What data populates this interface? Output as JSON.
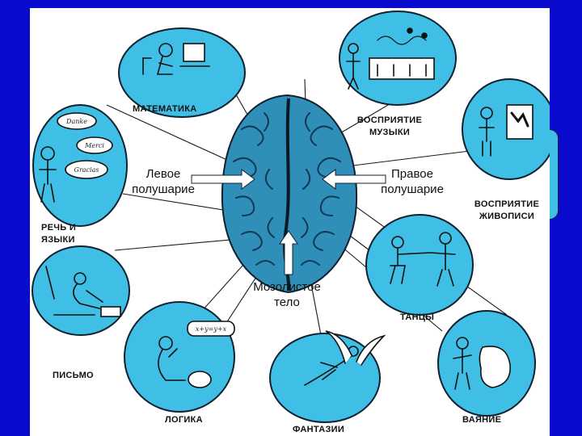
{
  "labels": {
    "math": "МАТЕМАТИКА",
    "music_line1": "ВОСПРИЯТИЕ",
    "music_line2": "МУЗЫКИ",
    "painting_line1": "ВОСПРИЯТИЕ",
    "painting_line2": "ЖИВОПИСИ",
    "speech_line1": "РЕЧЬ И",
    "speech_line2": "ЯЗЫКИ",
    "writing": "ПИСЬМО",
    "logic": "ЛОГИКА",
    "fantasy": "ФАНТАЗИИ",
    "dance": "ТАНЦЫ",
    "sculpture": "ВАЯНИЕ"
  },
  "hemispheres": {
    "left_line1": "Левое",
    "left_line2": "полушарие",
    "right_line1": "Правое",
    "right_line2": "полушарие"
  },
  "corpus": {
    "line1": "Мозолистое",
    "line2": "тело"
  },
  "speech_bubbles": [
    "Danke",
    "Merci",
    "Gracias"
  ],
  "logic_formula": "x+y=y+x",
  "colors": {
    "background": "#0b0bd0",
    "circle_fill": "#3fbfe6",
    "brain_fill": "#2f8fb8",
    "outline": "#102030"
  }
}
